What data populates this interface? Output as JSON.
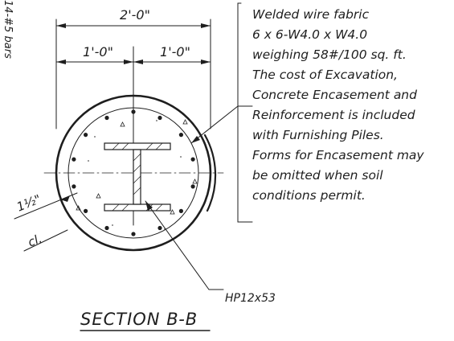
{
  "dimensions": {
    "overall": "2'-0\"",
    "left_half": "1'-0\"",
    "right_half": "1'-0\"",
    "cover": "1½\"",
    "cover_suffix": "cl."
  },
  "side_label": "14-#5 bars",
  "notes": [
    "Welded wire fabric",
    "6 x 6-W4.0 x W4.0",
    "weighing 58#/100 sq. ft.",
    "The cost of Excavation,",
    "Concrete Encasement and",
    "Reinforcement is included",
    "with Furnishing Piles.",
    "Forms for Encasement may",
    "be omitted when soil",
    "conditions permit."
  ],
  "pile_label": "HP12x53",
  "section_title": "SECTION B-B",
  "bar_count": 14
}
